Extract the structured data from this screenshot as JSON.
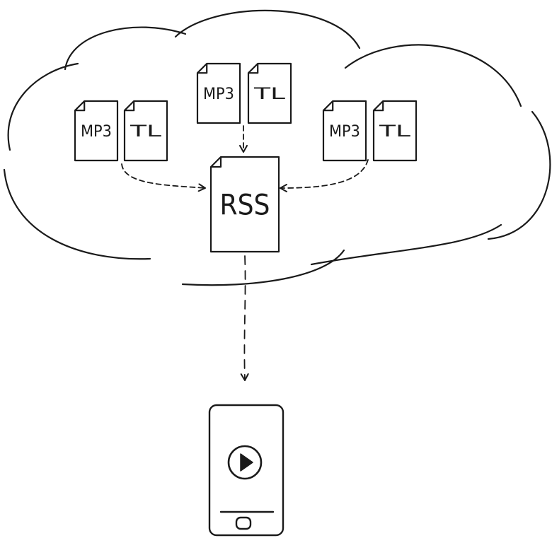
{
  "diagram": {
    "ink_color": "#1a1a1a",
    "background": "#ffffff",
    "cloud": {
      "shape": "cloud"
    },
    "file_groups": [
      {
        "files": [
          {
            "label": "MP3",
            "icon": "document-icon"
          },
          {
            "label": "TL",
            "icon": "document-icon"
          }
        ]
      },
      {
        "files": [
          {
            "label": "MP3",
            "icon": "document-icon"
          },
          {
            "label": "TL",
            "icon": "document-icon"
          }
        ]
      },
      {
        "files": [
          {
            "label": "MP3",
            "icon": "document-icon"
          },
          {
            "label": "TL",
            "icon": "document-icon"
          }
        ]
      }
    ],
    "feed": {
      "label": "RSS",
      "icon": "document-icon"
    },
    "device": {
      "icon": "smartphone-icon",
      "screen_icon": "play-icon"
    },
    "connectors": [
      {
        "from": "file_groups.0",
        "to": "feed",
        "style": "dashed"
      },
      {
        "from": "file_groups.1",
        "to": "feed",
        "style": "dashed"
      },
      {
        "from": "file_groups.2",
        "to": "feed",
        "style": "dashed"
      },
      {
        "from": "feed",
        "to": "device",
        "style": "dashed"
      }
    ]
  }
}
